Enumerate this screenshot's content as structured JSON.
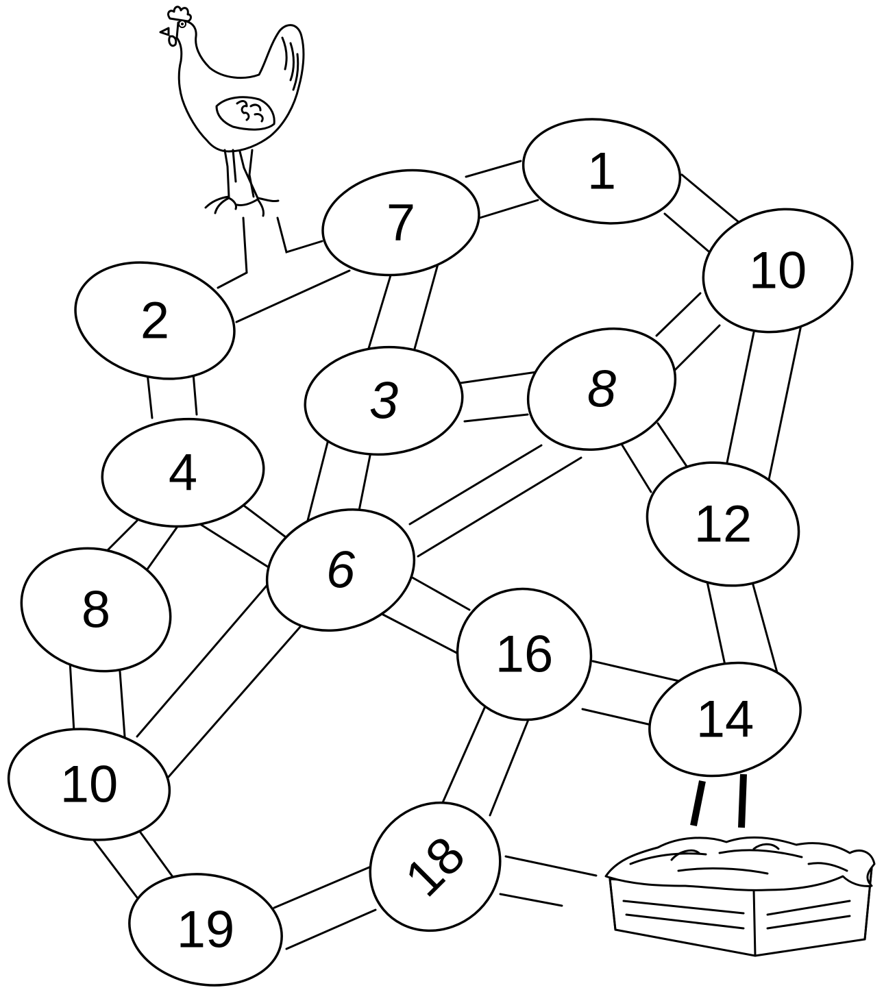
{
  "puzzle": {
    "eggs": [
      {
        "id": "egg-7",
        "label": "7",
        "italic": false
      },
      {
        "id": "egg-1",
        "label": "1",
        "italic": false
      },
      {
        "id": "egg-10-top",
        "label": "10",
        "italic": false
      },
      {
        "id": "egg-2",
        "label": "2",
        "italic": false
      },
      {
        "id": "egg-3",
        "label": "3",
        "italic": true
      },
      {
        "id": "egg-8-mid",
        "label": "8",
        "italic": true
      },
      {
        "id": "egg-4",
        "label": "4",
        "italic": false
      },
      {
        "id": "egg-12",
        "label": "12",
        "italic": false
      },
      {
        "id": "egg-6",
        "label": "6",
        "italic": true
      },
      {
        "id": "egg-8-left",
        "label": "8",
        "italic": false
      },
      {
        "id": "egg-16",
        "label": "16",
        "italic": false
      },
      {
        "id": "egg-14",
        "label": "14",
        "italic": false
      },
      {
        "id": "egg-10-bottom",
        "label": "10",
        "italic": false
      },
      {
        "id": "egg-18",
        "label": "18",
        "italic": false
      },
      {
        "id": "egg-19",
        "label": "19",
        "italic": false
      }
    ],
    "start_icon": "hen-icon",
    "goal_icon": "nest-icon"
  }
}
